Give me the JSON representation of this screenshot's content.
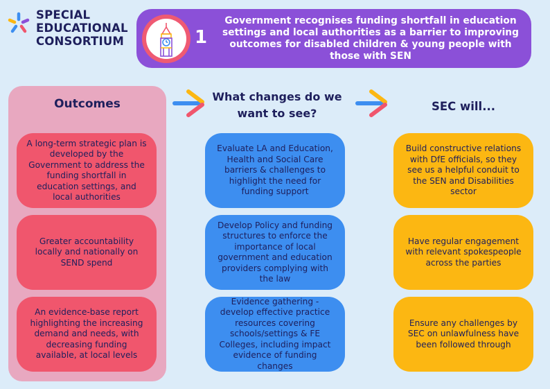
{
  "logo": {
    "line1": "SPECIAL",
    "line2": "EDUCATIONAL",
    "line3": "CONSORTIUM"
  },
  "banner": {
    "number": "1",
    "text": "Government recognises funding shortfall in education settings and local authorities as a barrier to improving outcomes for disabled children & young people with those with SEN"
  },
  "columns": {
    "outcomes": {
      "heading": "Outcomes",
      "items": [
        "A long-term strategic plan is developed by the Government to address the funding shortfall in education settings, and local authorities",
        "Greater accountability locally and nationally on SEND spend",
        "An evidence-base report highlighting the increasing demand and needs, with decreasing funding available, at local levels"
      ]
    },
    "changes": {
      "heading": "What changes do we want to see?",
      "items": [
        "Evaluate LA and Education, Health and Social Care barriers & challenges to highlight the need for funding support",
        "Develop Policy and funding structures to enforce the importance of local government and education providers complying with the law",
        "Evidence gathering - develop effective practice resources covering schools/settings & FE Colleges, including impact evidence of funding changes"
      ]
    },
    "sec": {
      "heading": "SEC will...",
      "items": [
        "Build constructive relations with DfE officials, so they see us a helpful conduit to the SEN and Disabilities sector",
        "Have regular engagement with relevant spokespeople across the parties",
        "Ensure any challenges by SEC on unlawfulness have been followed through"
      ]
    }
  },
  "colors": {
    "background": "#dcecf9",
    "navy": "#1e1f5c",
    "purple": "#8b50d8",
    "red": "#f0566d",
    "blue": "#3d8ef0",
    "yellow": "#fcb712",
    "pink_panel": "#e8a8c0"
  },
  "icons": {
    "logo": "star-burst-icon",
    "banner": "big-ben-icon",
    "arrows": "double-chevron-arrow-icon"
  }
}
